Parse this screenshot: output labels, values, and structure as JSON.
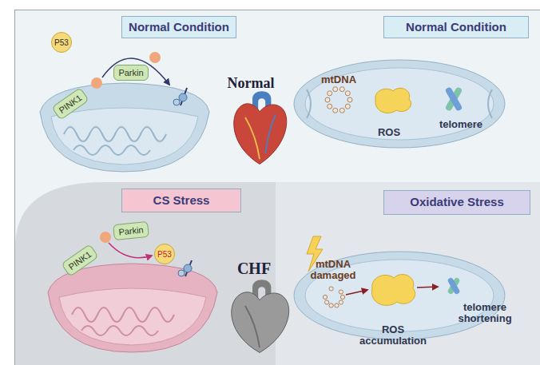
{
  "diagram": {
    "nodes": [
      {
        "text": [
          "Normal Condition"
        ]
      },
      {
        "text": [
          "Normal Condition"
        ]
      },
      {
        "text": [
          "P53"
        ]
      },
      {
        "text": [
          "Parkin"
        ]
      },
      {
        "text": [
          "PINK1"
        ]
      },
      {
        "text": [
          "CS Stress"
        ]
      },
      {
        "text": [
          "Oxidative Stress"
        ]
      },
      {
        "text": [
          "Parkin"
        ]
      },
      {
        "text": [
          "PINK1"
        ]
      },
      {
        "text": [
          "P53"
        ]
      }
    ],
    "labels": [
      "Normal",
      "CHF",
      "mtDNA",
      "ROS",
      "telomere",
      "mtDNA damaged",
      "ROS accumulation",
      "telomere shortening"
    ]
  }
}
